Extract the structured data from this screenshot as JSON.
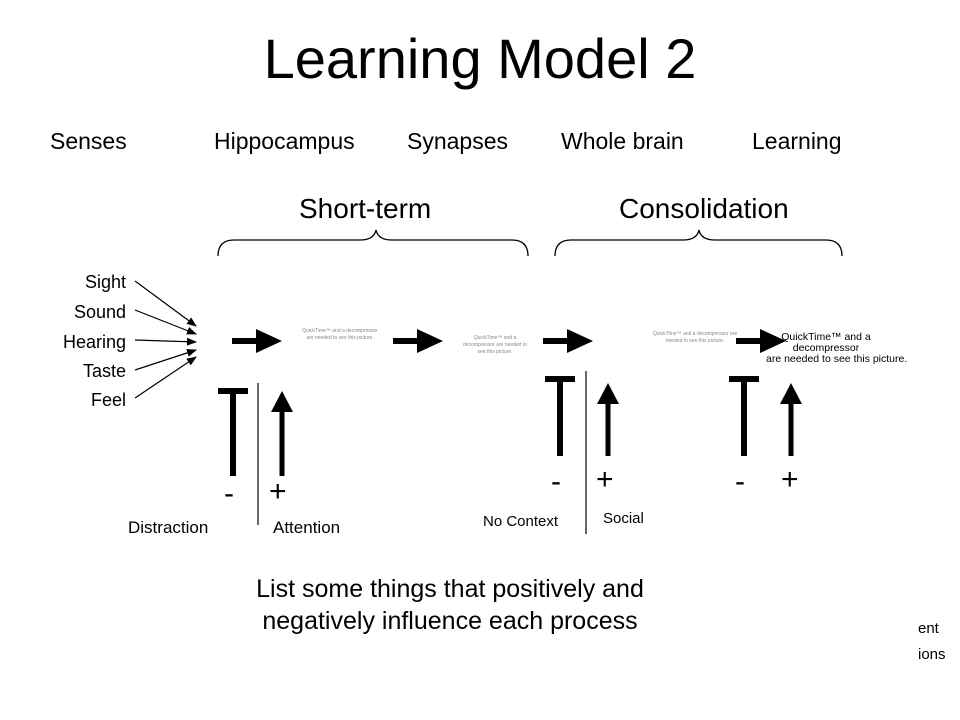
{
  "title": "Learning Model 2",
  "stages": [
    "Senses",
    "Hippocampus",
    "Synapses",
    "Whole brain",
    "Learning"
  ],
  "phases": {
    "short_term": "Short-term",
    "consolidation": "Consolidation"
  },
  "senses": [
    "Sight",
    "Sound",
    "Hearing",
    "Taste",
    "Feel"
  ],
  "placeholders": {
    "p1": "QuickTime™ and a decompressor are needed to see this picture.",
    "p2": "QuickTime™ and a decompressor are needed to see this picture.",
    "p3": "QuickTime™ and a decompressor are needed to see this picture.",
    "p4_line1": "QuickTime™ and a",
    "p4_line2": "decompressor",
    "p4_line3": "are needed to see this picture."
  },
  "signs": {
    "minus": "-",
    "plus": "+"
  },
  "factors": {
    "distraction": "Distraction",
    "attention": "Attention",
    "no_context": "No Context",
    "social": "Social"
  },
  "prompt": {
    "line1": "List some things that positively and",
    "line2": "negatively influence each process"
  },
  "right_edge": {
    "line1": "ent",
    "line2": "ions"
  }
}
